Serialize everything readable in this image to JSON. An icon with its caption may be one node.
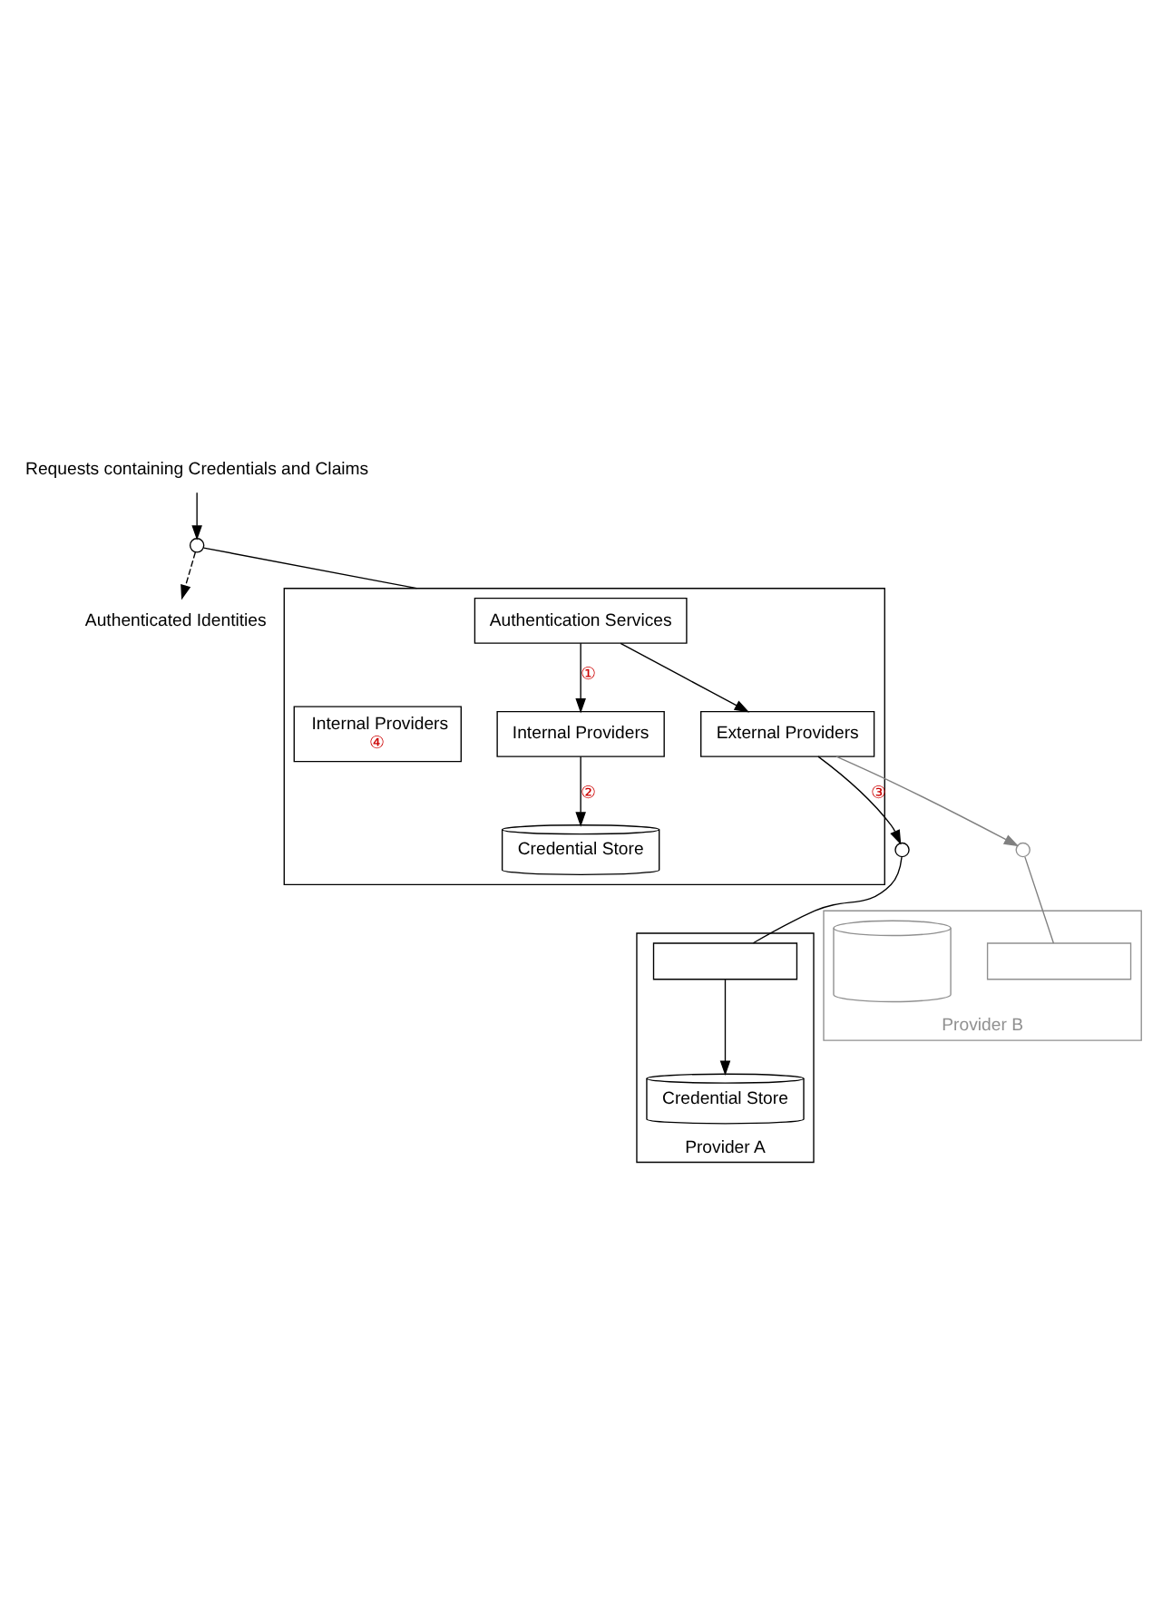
{
  "diagram": {
    "nodes": [
      {
        "text": [
          "Requests containing Credentials and Claims"
        ]
      },
      {
        "text": [
          "Authenticated Identities"
        ]
      },
      {
        "text": [],
        "shape": "circle"
      },
      {
        "text": [],
        "shape": "box"
      },
      {
        "text": [
          "Authentication Services"
        ],
        "in": 3
      },
      {
        "text": [
          "External Providers"
        ],
        "in": 3
      },
      {
        "text": [
          "Internal Providers",
          "④"
        ],
        "in": 3
      },
      {
        "text": [
          "Internal Providers"
        ],
        "in": 3
      },
      {
        "text": [
          "Credential Store"
        ],
        "in": 3
      },
      {
        "text": [],
        "shape": "circle"
      },
      {
        "text": [],
        "shape": "circle"
      },
      {
        "text": [
          "Provider A"
        ]
      },
      {
        "text": [],
        "shape": "box",
        "in": 11
      },
      {
        "text": [
          "Credential Store"
        ],
        "in": 11
      },
      {
        "text": [
          "Provider B"
        ]
      },
      {
        "text": [],
        "shape": "box",
        "in": 14
      },
      {
        "text": [],
        "shape": "cylinder",
        "in": 14
      }
    ],
    "edges": [
      {
        "from": 0,
        "to": 2,
        "arrow": "to"
      },
      {
        "from": 2,
        "to": 1,
        "arrow": "to",
        "style": "dashed"
      },
      {
        "from": 2,
        "to": 3,
        "arrow": "none"
      },
      {
        "from": 4,
        "to": 5,
        "arrow": "to"
      },
      {
        "from": 4,
        "to": 7,
        "arrow": "to",
        "label": "①"
      },
      {
        "from": 7,
        "to": 8,
        "arrow": "to",
        "label": "②"
      },
      {
        "from": 5,
        "to": 9,
        "arrow": "to",
        "label": "③"
      },
      {
        "from": 5,
        "to": 10,
        "arrow": "to",
        "color": "#808080"
      },
      {
        "from": 9,
        "to": 12,
        "arrow": "none"
      },
      {
        "from": 12,
        "to": 13,
        "arrow": "to"
      },
      {
        "from": 10,
        "to": 15,
        "arrow": "none",
        "color": "#808080"
      }
    ]
  }
}
